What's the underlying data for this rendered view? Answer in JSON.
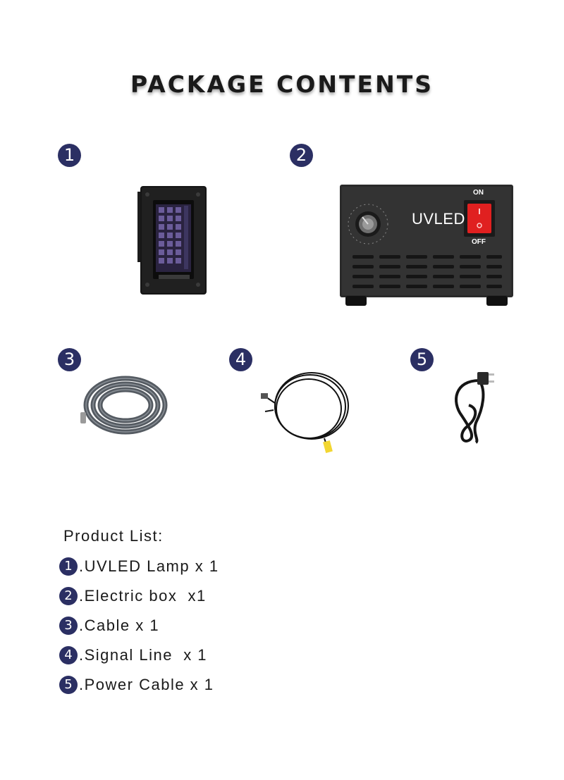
{
  "title": "PACKAGE CONTENTS",
  "items": [
    {
      "number": "1",
      "name": "UVLED Lamp",
      "list_text": ".UVLED Lamp x 1"
    },
    {
      "number": "2",
      "name": "Electric box",
      "list_text": ".Electric box  x1",
      "panel_label": "UVLED",
      "switch_on": "ON",
      "switch_off": "OFF"
    },
    {
      "number": "3",
      "name": "Cable",
      "list_text": ".Cable x 1"
    },
    {
      "number": "4",
      "name": "Signal Line",
      "list_text": ".Signal Line  x 1"
    },
    {
      "number": "5",
      "name": "Power Cable",
      "list_text": ".Power Cable x 1"
    }
  ],
  "list_heading": "Product List:",
  "colors": {
    "badge": "#2b2f63",
    "title": "#1a1a1a",
    "switch": "#e02020"
  }
}
